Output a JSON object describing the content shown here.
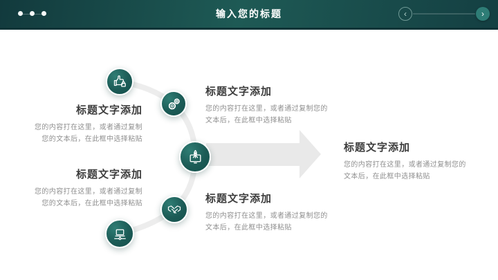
{
  "header": {
    "title": "输入您的标题",
    "nav": {
      "prev_icon": "‹",
      "next_icon": "›"
    }
  },
  "nodes": [
    {
      "icon": "thumbs-up-lock-icon"
    },
    {
      "icon": "gears-icon"
    },
    {
      "icon": "rocket-laptop-icon"
    },
    {
      "icon": "handshake-icon"
    },
    {
      "icon": "network-laptop-icon"
    }
  ],
  "blocks": [
    {
      "heading": "标题文字添加",
      "line1": "您的内容打在这里，或者通过复制",
      "line2": "您的文本后，在此框中选择粘贴"
    },
    {
      "heading": "标题文字添加",
      "line1": "您的内容打在这里，或者通过复制您的",
      "line2": "文本后，在此框中选择粘贴"
    },
    {
      "heading": "标题文字添加",
      "line1": "您的内容打在这里，或者通过复制",
      "line2": "您的文本后，在此框中选择粘贴"
    },
    {
      "heading": "标题文字添加",
      "line1": "您的内容打在这里，或者通过复制您的",
      "line2": "文本后，在此框中选择粘贴"
    },
    {
      "heading": "标题文字添加",
      "line1": "您的内容打在这里，或者通过复制您的",
      "line2": "文本后，在此框中选择粘贴"
    }
  ],
  "colors": {
    "header_teal": "#1d5a55",
    "header_dark": "#123a3d",
    "node_teal": "#1e605c",
    "nav_next_teal": "#2e7d76",
    "path_gray": "#ededed",
    "arrow_gray": "#e9e9e9",
    "heading_text": "#3d3d3d",
    "body_text": "#8f8f8f"
  }
}
